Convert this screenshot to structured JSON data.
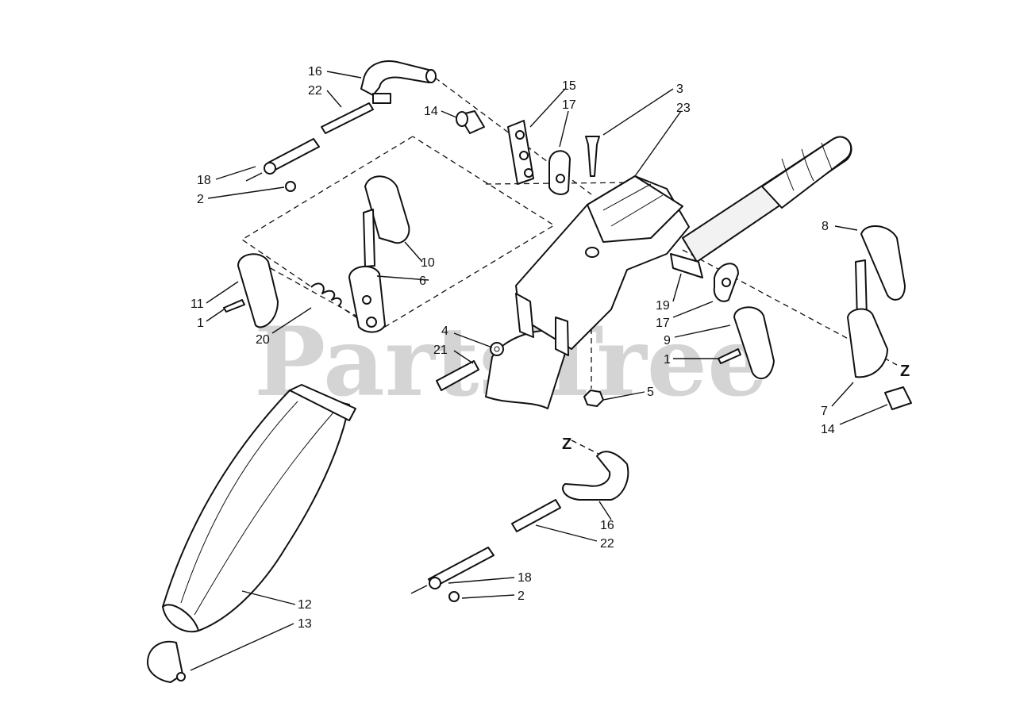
{
  "watermark": "PartsTree",
  "labels": {
    "l16a": "16",
    "l22a": "22",
    "l15": "15",
    "l3": "3",
    "l14a": "14",
    "l17a": "17",
    "l23": "23",
    "l18a": "18",
    "l2a": "2",
    "l10": "10",
    "l6": "6",
    "l11": "11",
    "l1a": "1",
    "l20": "20",
    "l4": "4",
    "l21": "21",
    "l8": "8",
    "l19": "19",
    "l17b": "17",
    "l9": "9",
    "l1b": "1",
    "l5": "5",
    "l7": "7",
    "l14b": "14",
    "l16b": "16",
    "l22b": "22",
    "l12": "12",
    "l13": "13",
    "l18b": "18",
    "l2b": "2",
    "z1": "Z",
    "z2": "Z"
  }
}
